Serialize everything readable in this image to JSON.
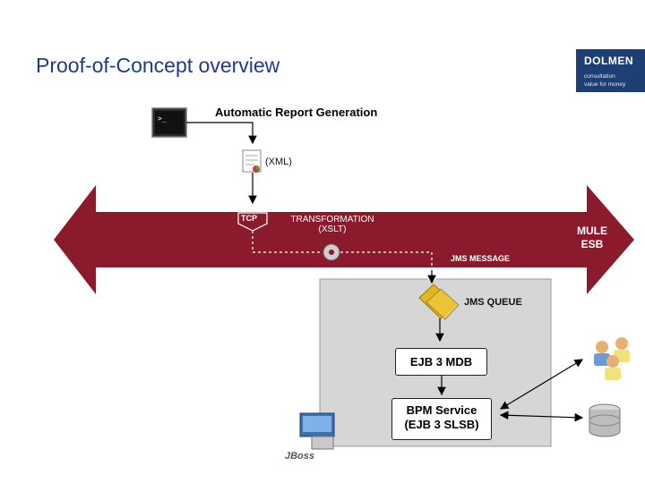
{
  "title": "Proof-of-Concept overview",
  "logo": {
    "name": "DOLMEN",
    "tagline_1": "consultation",
    "tagline_2": "value for money"
  },
  "nodes": {
    "report": "Automatic Report Generation",
    "xml": "(XML)",
    "tcp": "TCP",
    "transform_1": "TRANSFORMATION",
    "transform_2": "(XSLT)",
    "mule_1": "MULE",
    "mule_2": "ESB",
    "jms_message": "JMS MESSAGE",
    "jms_queue": "JMS QUEUE",
    "ejb_mdb": "EJB 3 MDB",
    "bpm_1": "BPM Service",
    "bpm_2": "(EJB 3 SLSB)",
    "jboss": "JBoss"
  },
  "colors": {
    "esb": "#8b1a2c",
    "title": "#1f3a8a",
    "logo": "#1d3f73",
    "container": "#d6d6d6",
    "queue": "#e3b51e"
  }
}
